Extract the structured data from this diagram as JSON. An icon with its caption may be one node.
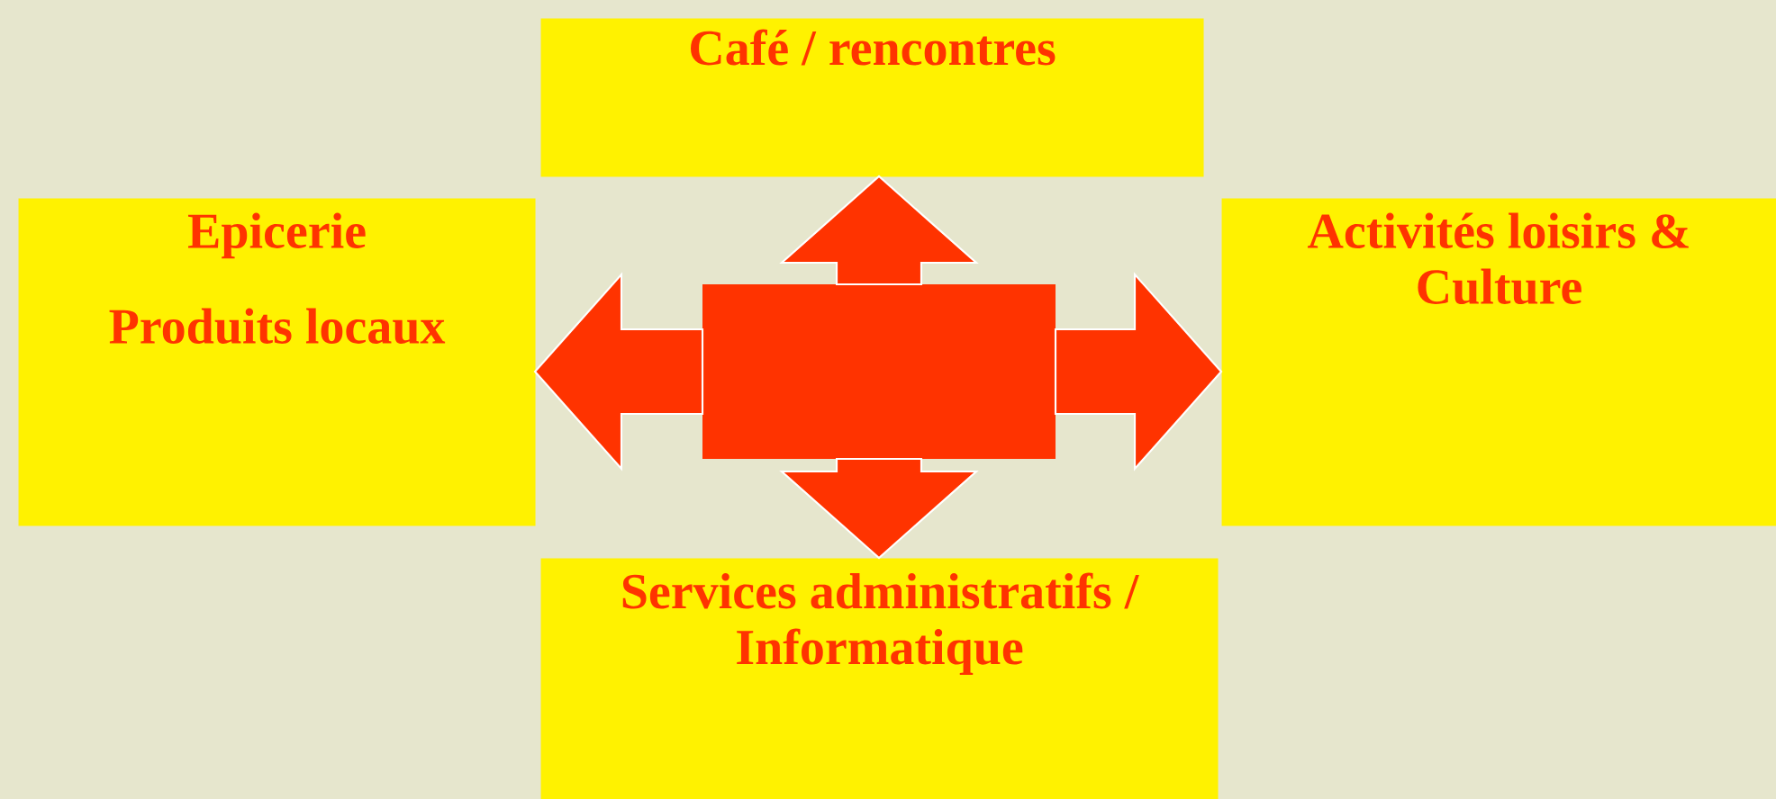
{
  "diagram": {
    "nodes": [
      {
        "text": [
          "Café / rencontres"
        ]
      },
      {
        "text": [
          "Epicerie",
          "Produits locaux"
        ]
      },
      {
        "text": [
          "Activités loisirs & Culture"
        ]
      },
      {
        "text": [
          "Services administratifs / Informatique"
        ]
      },
      {
        "text": [],
        "shape": "box"
      }
    ],
    "edges": [
      {
        "from": 4,
        "to": 0,
        "arrow": "to"
      },
      {
        "from": 4,
        "to": 1,
        "arrow": "to"
      },
      {
        "from": 4,
        "to": 2,
        "arrow": "to"
      },
      {
        "from": 4,
        "to": 3,
        "arrow": "to"
      }
    ]
  }
}
